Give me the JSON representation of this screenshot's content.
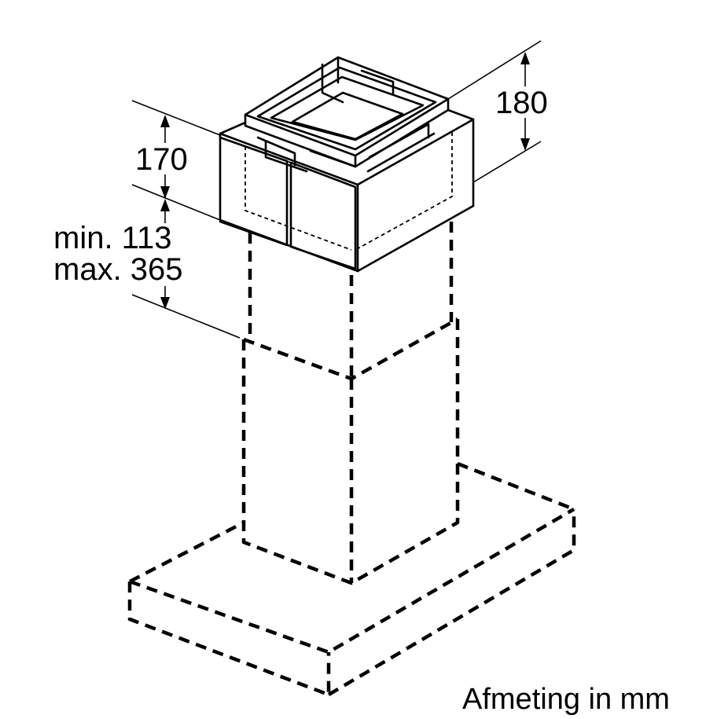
{
  "dimensions": {
    "top_height": "180",
    "box_height": "170",
    "adjust_min": "min. 113",
    "adjust_max": "max. 365"
  },
  "unit_note": "Afmeting in mm"
}
